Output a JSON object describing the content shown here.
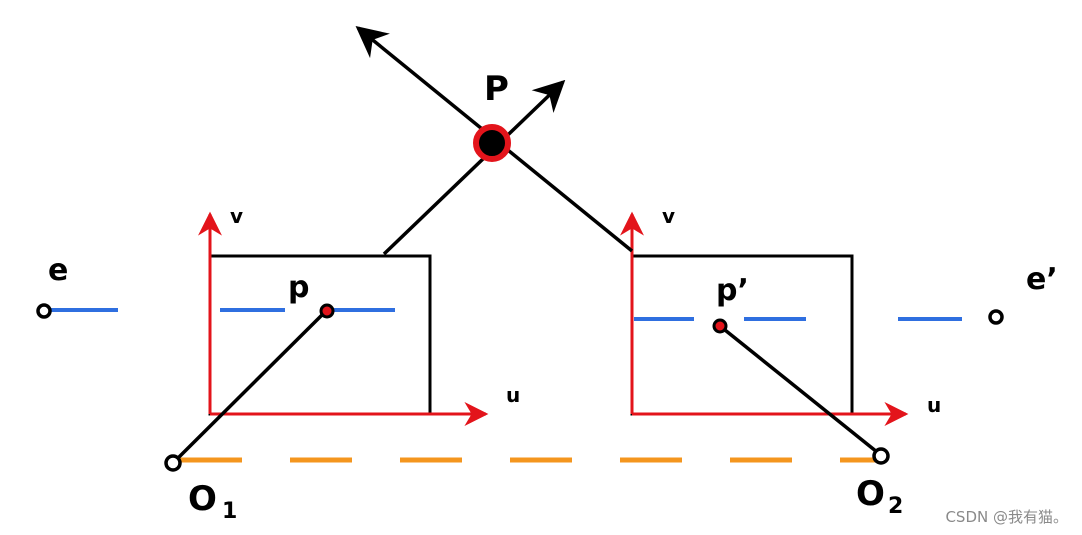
{
  "labels": {
    "point_P": "P",
    "image_point_left": "p",
    "image_point_right": "p’",
    "epipole_left": "e",
    "epipole_right": "e’",
    "center_left": "O",
    "center_left_sub": "1",
    "center_right": "O",
    "center_right_sub": "2",
    "axis_u_left": "u",
    "axis_v_left": "v",
    "axis_u_right": "u",
    "axis_v_right": "v"
  },
  "watermark": "CSDN @我有猫。",
  "colors": {
    "ray": "#000000",
    "axis": "#e3141b",
    "epipolar_line": "#2f6fe0",
    "baseline": "#f4961e",
    "point_fill": "#000000",
    "point_ring": "#e3141b",
    "image_point_fill": "#e3141b",
    "camera_center_fill": "#ffffff"
  }
}
